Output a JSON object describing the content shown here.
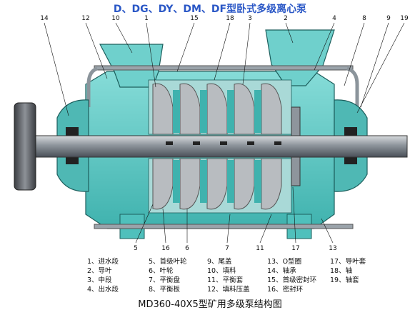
{
  "title": "D、DG、DY、DM、DF型卧式多级离心泵",
  "caption": "MD360-40X5型矿用多级泵结构图",
  "callouts_top": [
    "14",
    "12",
    "10",
    "1",
    "15",
    "18",
    "3",
    "2",
    "4",
    "8",
    "9",
    "19"
  ],
  "callouts_bottom": [
    "5",
    "16",
    "6",
    "7",
    "11",
    "17",
    "13"
  ],
  "legend": [
    [
      "1、进水段",
      "5、首级叶轮",
      "9、尾盖",
      "13、O型圈",
      "17、导叶套"
    ],
    [
      "2、导叶",
      "6、叶轮",
      "10、填料",
      "14、轴承",
      "18、轴"
    ],
    [
      "3、中段",
      "7、平衡盘",
      "11、平衡套",
      "15、首级密封环",
      "19、轴套"
    ],
    [
      "4、出水段",
      "8、平衡板",
      "12、填料压盖",
      "16、密封环",
      ""
    ]
  ],
  "colors": {
    "casing": "#5fc9c5",
    "casing_dark": "#2f9c99",
    "impeller": "#b8bcc0",
    "shaft": "#7a8088",
    "title": "#2a57c6"
  }
}
